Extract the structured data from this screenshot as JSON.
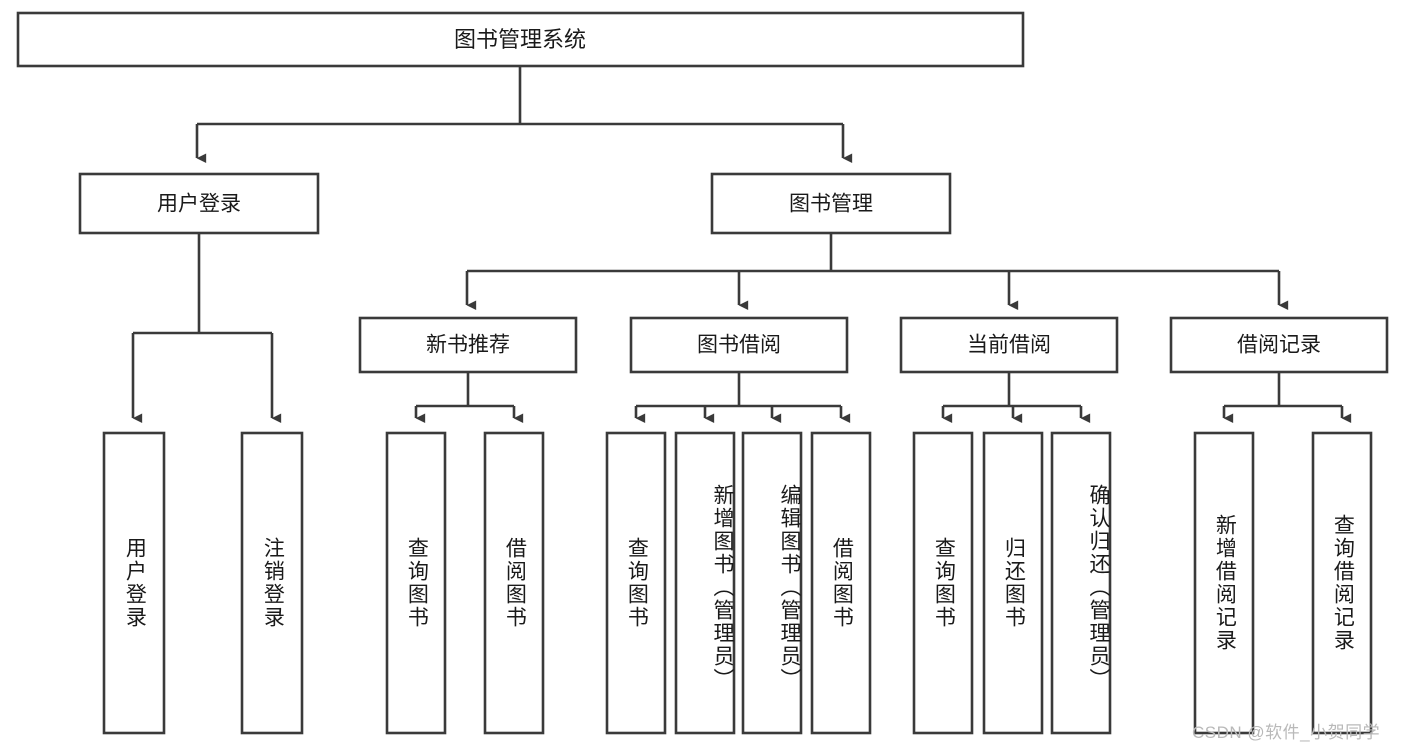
{
  "diagram": {
    "type": "tree-hierarchy",
    "title": "图书管理系统",
    "orientation": "top-down",
    "colors": {
      "box_stroke": "#3a3a3a",
      "box_fill": "#ffffff",
      "text": "#1a1a1a",
      "watermark": "#b9b9b9",
      "background": "#ffffff"
    },
    "root": {
      "id": "root",
      "label": "图书管理系统",
      "orientation": "horizontal"
    },
    "level1": [
      {
        "id": "user-login",
        "label": "用户登录",
        "orientation": "horizontal"
      },
      {
        "id": "book-management",
        "label": "图书管理",
        "orientation": "horizontal"
      }
    ],
    "level2": [
      {
        "id": "new-book-recommend",
        "label": "新书推荐",
        "parent": "book-management",
        "orientation": "horizontal"
      },
      {
        "id": "book-borrow",
        "label": "图书借阅",
        "parent": "book-management",
        "orientation": "horizontal"
      },
      {
        "id": "current-borrow",
        "label": "当前借阅",
        "parent": "book-management",
        "orientation": "horizontal"
      },
      {
        "id": "borrow-record",
        "label": "借阅记录",
        "parent": "book-management",
        "orientation": "horizontal"
      }
    ],
    "leaves": [
      {
        "id": "leaf-user-login",
        "label": "用户登录",
        "parent": "user-login",
        "orientation": "vertical"
      },
      {
        "id": "leaf-logout-login",
        "label": "注销登录",
        "parent": "user-login",
        "orientation": "vertical"
      },
      {
        "id": "leaf-query-book-1",
        "label": "查询图书",
        "parent": "new-book-recommend",
        "orientation": "vertical"
      },
      {
        "id": "leaf-borrow-book-1",
        "label": "借阅图书",
        "parent": "new-book-recommend",
        "orientation": "vertical"
      },
      {
        "id": "leaf-query-book-2",
        "label": "查询图书",
        "parent": "book-borrow",
        "orientation": "vertical"
      },
      {
        "id": "leaf-add-book",
        "label": "新增图书（管理员）",
        "parent": "book-borrow",
        "orientation": "vertical"
      },
      {
        "id": "leaf-edit-book",
        "label": "编辑图书（管理员）",
        "parent": "book-borrow",
        "orientation": "vertical"
      },
      {
        "id": "leaf-borrow-book-2",
        "label": "借阅图书",
        "parent": "book-borrow",
        "orientation": "vertical"
      },
      {
        "id": "leaf-query-book-3",
        "label": "查询图书",
        "parent": "current-borrow",
        "orientation": "vertical"
      },
      {
        "id": "leaf-return-book",
        "label": "归还图书",
        "parent": "current-borrow",
        "orientation": "vertical"
      },
      {
        "id": "leaf-confirm-return",
        "label": "确认归还（管理员）",
        "parent": "current-borrow",
        "orientation": "vertical"
      },
      {
        "id": "leaf-add-record",
        "label": "新增借阅记录",
        "parent": "borrow-record",
        "orientation": "vertical"
      },
      {
        "id": "leaf-query-record",
        "label": "查询借阅记录",
        "parent": "borrow-record",
        "orientation": "vertical"
      }
    ],
    "watermark": "CSDN @软件_小贺同学"
  }
}
